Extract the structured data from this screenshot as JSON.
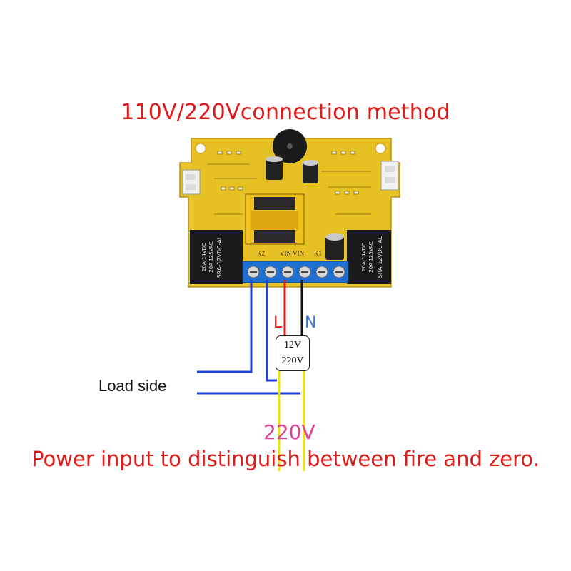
{
  "title": "110V/220Vconnection method",
  "board": {
    "relay_left_lines": [
      "20A 14VDC",
      "20A 125VAC",
      "SRA-12VDC-AL"
    ],
    "relay_right_lines": [
      "20A 14VDC",
      "20A 125VAC",
      "SRA-12VDC-AL"
    ],
    "terminal_labels": [
      "K2",
      "VIN VIN",
      "K1"
    ]
  },
  "labels": {
    "live": "L",
    "neutral": "N",
    "load_side": "Load side",
    "mains_voltage": "220V"
  },
  "power_module": {
    "line1": "12V",
    "line2": "220V"
  },
  "footer": "Power input to distinguish between fire and zero.",
  "colors": {
    "live_wire": "#e01818",
    "neutral_wire": "#111111",
    "load_wire": "#1f3fd8",
    "mains_wire": "#f2e200",
    "board": "#e8c62a"
  }
}
